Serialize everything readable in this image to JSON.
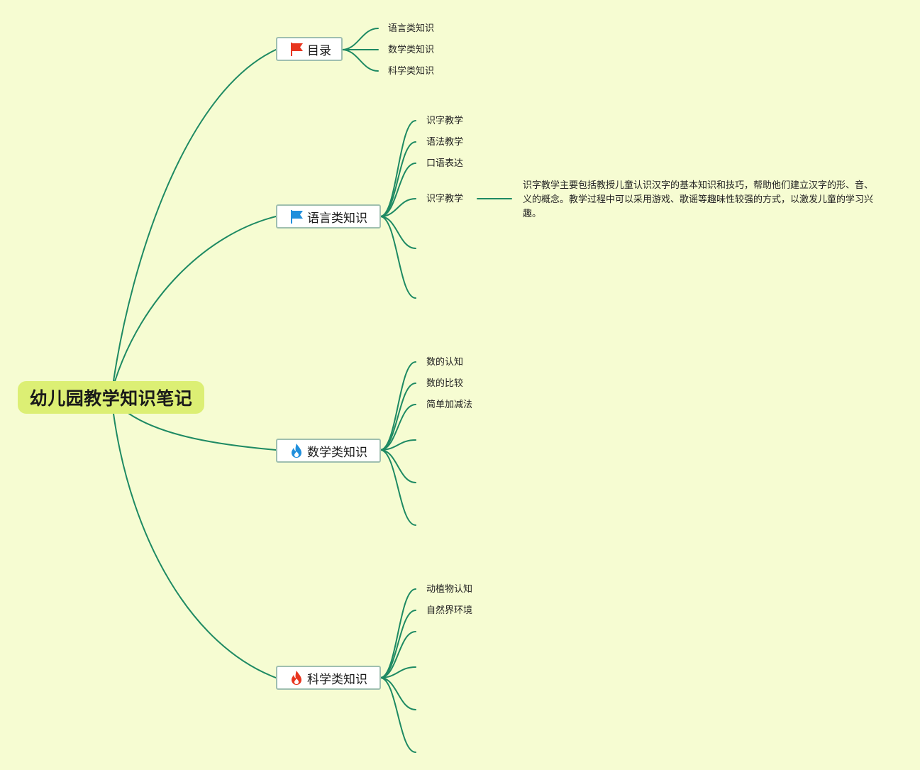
{
  "colors": {
    "background": "#f6fcd2",
    "root_fill": "#dcef74",
    "link": "#1e8a63",
    "flag_red": "#e8351f",
    "flag_blue": "#1f8fdc",
    "fire_blue": "#1f8fdc",
    "fire_red": "#e8351f"
  },
  "root": {
    "label": "幼儿园教学知识笔记"
  },
  "branches": [
    {
      "label": "目录",
      "icon": "red-flag-icon",
      "children": [
        "语言类知识",
        "数学类知识",
        "科学类知识"
      ]
    },
    {
      "label": "语言类知识",
      "icon": "blue-flag-icon",
      "children": [
        "识字教学",
        "语法教学",
        "口语表达",
        "识字教学",
        "",
        ""
      ],
      "note": "识字教学主要包括教授儿童认识汉字的基本知识和技巧，帮助他们建立汉字的形、音、义的概念。教学过程中可以采用游戏、歌谣等趣味性较强的方式，以激发儿童的学习兴趣。"
    },
    {
      "label": "数学类知识",
      "icon": "blue-fire-icon",
      "children": [
        "数的认知",
        "数的比较",
        "简单加减法",
        "",
        "",
        ""
      ]
    },
    {
      "label": "科学类知识",
      "icon": "red-fire-icon",
      "children": [
        "动植物认知",
        "自然界环境",
        "",
        "",
        "",
        ""
      ]
    }
  ]
}
